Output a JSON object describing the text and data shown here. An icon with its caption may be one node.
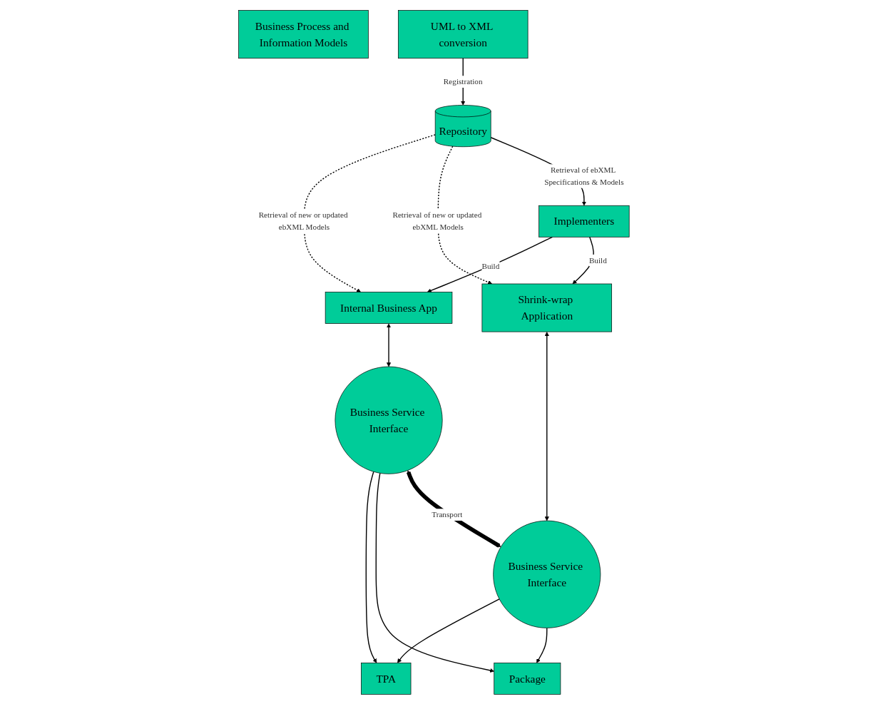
{
  "diagram": {
    "nodes": [
      {
        "text": [
          "Business Process and Information Models"
        ]
      },
      {
        "text": [
          "UML to XML conversion"
        ]
      },
      {
        "text": [
          "Repository"
        ]
      },
      {
        "text": [
          "Internal Business App"
        ]
      },
      {
        "text": [
          "Implementers"
        ]
      },
      {
        "text": [
          "Shrink-wrap Application"
        ]
      },
      {
        "text": [
          "Business Service Interface"
        ]
      },
      {
        "text": [
          "TPA"
        ]
      },
      {
        "text": [
          "Package"
        ]
      },
      {
        "text": [
          "Business Service Interface"
        ]
      }
    ],
    "edges": [
      {
        "from": 1,
        "to": 2,
        "arrow": "to",
        "label": "Registration"
      },
      {
        "from": 2,
        "to": 3,
        "arrow": "to",
        "label": "Retrieval of new or updated ebXML Models",
        "style": "dashed"
      },
      {
        "from": 2,
        "to": 5,
        "arrow": "to",
        "label": "Retrieval of new or updated ebXML Models",
        "style": "dashed"
      },
      {
        "from": 2,
        "to": 4,
        "arrow": "to",
        "label": "Retrieval of ebXML Specifications & Models"
      },
      {
        "from": 4,
        "to": 3,
        "arrow": "to",
        "label": "Build"
      },
      {
        "from": 4,
        "to": 5,
        "arrow": "to",
        "label": "Build"
      },
      {
        "from": 3,
        "to": 6,
        "arrow": "both"
      },
      {
        "from": 5,
        "to": 9,
        "arrow": "both"
      },
      {
        "from": 6,
        "to": 7,
        "arrow": "to"
      },
      {
        "from": 9,
        "to": 7,
        "arrow": "to"
      },
      {
        "from": 6,
        "to": 8,
        "arrow": "to"
      },
      {
        "from": 9,
        "to": 8,
        "arrow": "to"
      },
      {
        "from": 6,
        "to": 9,
        "arrow": "both",
        "label": "Transport",
        "style": "thick"
      }
    ]
  }
}
